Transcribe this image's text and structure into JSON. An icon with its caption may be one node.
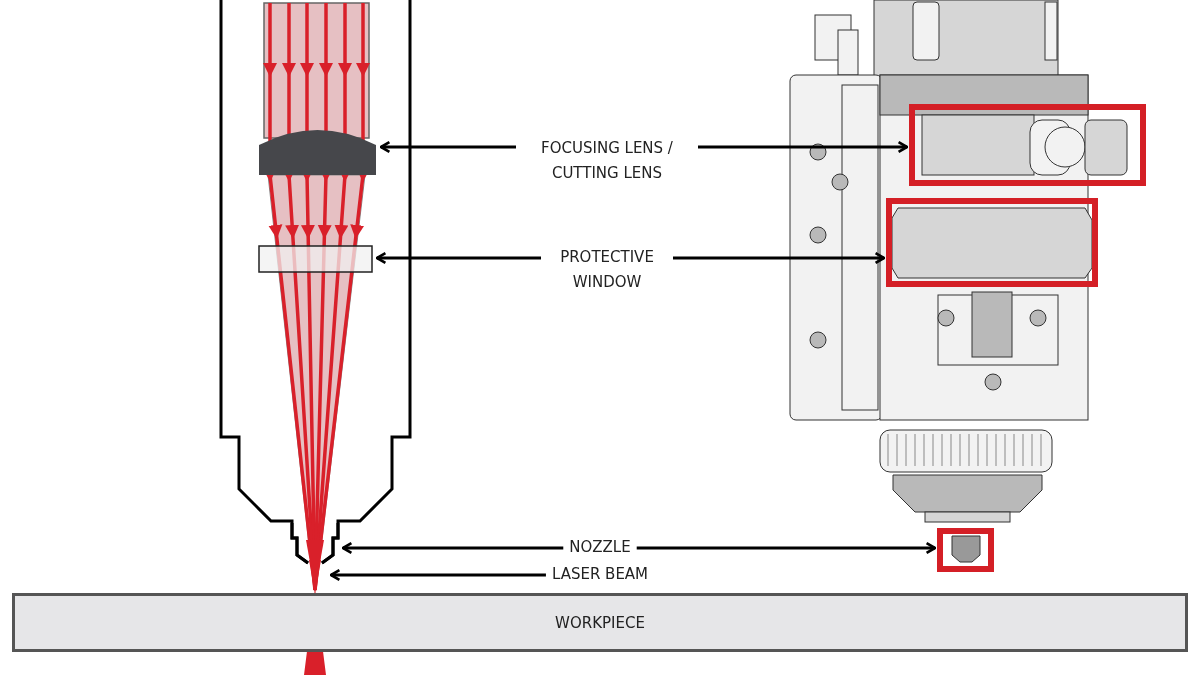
{
  "diagram": {
    "nodes": [
      {
        "text": [
          "FOCUSING LENS / CUTTING LENS"
        ]
      },
      {
        "text": [
          "PROTECTIVE WINDOW"
        ]
      },
      {
        "text": [
          "NOZZLE"
        ]
      },
      {
        "text": [
          "LASER BEAM"
        ]
      },
      {
        "text": [
          "WORKPIECE"
        ]
      },
      {
        "text": [],
        "shape": "lens"
      },
      {
        "text": [],
        "shape": "box"
      },
      {
        "text": [],
        "shape": "picture"
      },
      {
        "text": [],
        "shape": "picture"
      },
      {
        "text": [],
        "shape": "box"
      },
      {
        "text": [],
        "shape": "box"
      },
      {
        "text": [],
        "shape": "box"
      }
    ],
    "edges": [
      {
        "from": 0,
        "to": 5,
        "arrow": "to"
      },
      {
        "from": 0,
        "to": 9,
        "arrow": "to"
      },
      {
        "from": 1,
        "to": 6,
        "arrow": "to"
      },
      {
        "from": 1,
        "to": 10,
        "arrow": "to"
      },
      {
        "from": 2,
        "to": 7,
        "arrow": "to"
      },
      {
        "from": 2,
        "to": 11,
        "arrow": "to"
      },
      {
        "from": 3,
        "to": 8,
        "arrow": "to"
      }
    ]
  }
}
